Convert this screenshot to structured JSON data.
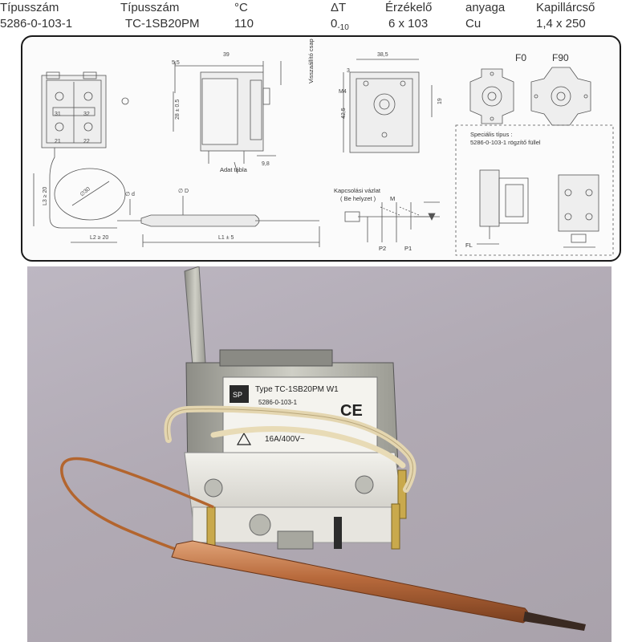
{
  "spec": {
    "columns": [
      {
        "header": "Típusszám",
        "value": "5286-0-103-1"
      },
      {
        "header": "Típusszám",
        "value": "TC-1SB20PM"
      },
      {
        "header": "°C",
        "value": "110"
      },
      {
        "header": "ΔT",
        "value": "0",
        "value_sub": "-10"
      },
      {
        "header": "Érzékelő",
        "value": "6 x 103"
      },
      {
        "header": "anyaga",
        "value": "Cu"
      },
      {
        "header": "Kapillárcső",
        "value": "1,4 x 250"
      }
    ]
  },
  "drawing": {
    "dims": {
      "d39": "39",
      "d55": "5,5",
      "d285": "28 ± 0.5",
      "d98": "9,8",
      "d385": "38,5",
      "d425": "42,5",
      "d19": "19",
      "d3": "3",
      "m4": "M4",
      "l3": "L3 ≥ 20",
      "l2": "L2 ≥ 20",
      "l1": "L1 ± 5",
      "dd": "∅ d",
      "dD": "∅ D",
      "d30": "∅30"
    },
    "labels": {
      "adattabla": "Adat tábla",
      "visszaallito": "Visszaállító csap",
      "kapcsolasi": "Kapcsolási vázlat",
      "helyzet": "( Be helyzet )",
      "m": "M",
      "p2": "P2",
      "p1": "P1",
      "f0": "F0",
      "f90": "F90",
      "specialis1": "Speciális típus :",
      "specialis2": "5286-0-103-1 rögzítő füllel",
      "fl": "FL",
      "t31": "31",
      "t32": "32",
      "t21": "21",
      "t22": "22"
    }
  },
  "photo": {
    "label_type": "Type TC-1SB20PM  W1",
    "label_code": "5286-0-103-1",
    "label_rating": "16A/400V~",
    "label_ce": "CE",
    "logo": "SP"
  }
}
